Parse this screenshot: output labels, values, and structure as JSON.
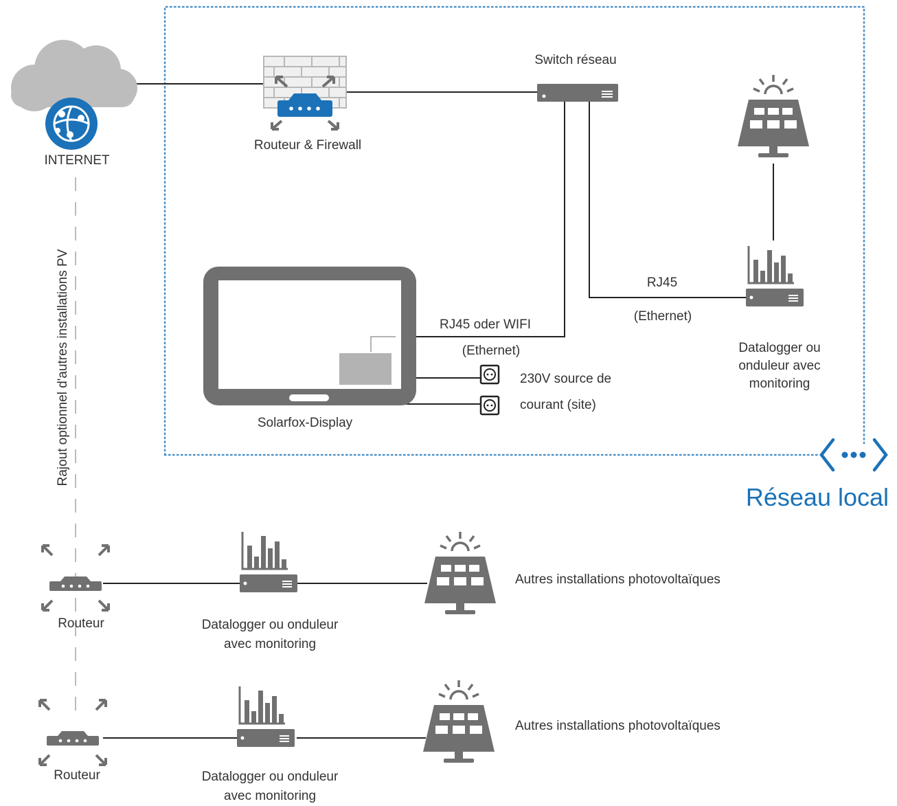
{
  "diagram": {
    "colors": {
      "line": "#222222",
      "icon_gray": "#707070",
      "accent_blue": "#1b72b8",
      "cloud": "#bdbdbd",
      "dotted_border": "#4a90c8"
    },
    "labels": {
      "internet": "INTERNET",
      "router_firewall": "Routeur & Firewall",
      "switch": "Switch réseau",
      "rj45_1": "RJ45",
      "ethernet_1": "(Ethernet)",
      "rj45_wifi": "RJ45 oder WIFI",
      "ethernet_2": "(Ethernet)",
      "power_1": "230V source de",
      "power_2": "courant (site)",
      "display": "Solarfox-Display",
      "datalogger_local": "Datalogger ou onduleur avec monitoring",
      "optional_link": "Rajout optionnel d'autres installations PV",
      "local_network": "Réseau local"
    },
    "remote_sites": [
      {
        "router": "Routeur",
        "datalogger": "Datalogger ou onduleur avec monitoring",
        "pv": "Autres installations photovoltaïques"
      },
      {
        "router": "Routeur",
        "datalogger": "Datalogger ou onduleur avec monitoring",
        "pv": "Autres installations photovoltaïques"
      }
    ],
    "icons": [
      "cloud-icon",
      "internet-globe-icon",
      "firewall-router-icon",
      "network-switch-icon",
      "solar-panel-icon",
      "datalogger-icon",
      "tablet-display-icon",
      "power-socket-icon",
      "router-icon",
      "local-network-icon"
    ]
  }
}
